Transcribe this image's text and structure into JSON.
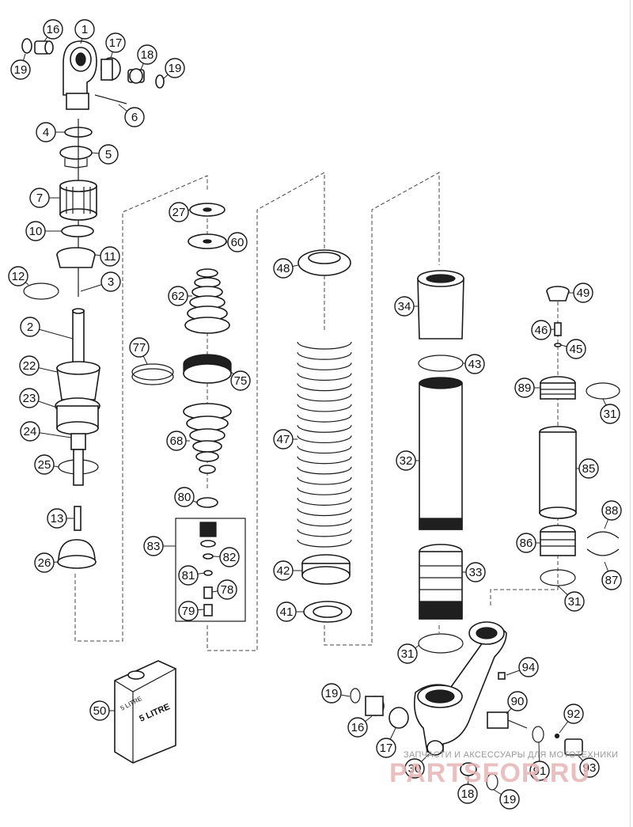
{
  "callouts": [
    "1",
    "2",
    "3",
    "4",
    "5",
    "6",
    "7",
    "10",
    "11",
    "12",
    "13",
    "16",
    "17",
    "18",
    "19",
    "22",
    "23",
    "24",
    "25",
    "26",
    "27",
    "30",
    "31",
    "32",
    "33",
    "34",
    "41",
    "42",
    "43",
    "45",
    "46",
    "47",
    "48",
    "49",
    "50",
    "60",
    "62",
    "68",
    "75",
    "77",
    "78",
    "79",
    "80",
    "81",
    "82",
    "83",
    "85",
    "86",
    "87",
    "88",
    "89",
    "90",
    "91",
    "92",
    "93",
    "94"
  ],
  "oil_can": {
    "label_side": "5 LITRE",
    "label_front": "5 LITRE"
  },
  "watermark": {
    "caption": "ЗАПЧАСТИ И АКСЕССУАРЫ ДЛЯ МОТОТЕХНИКИ",
    "brand": "PARTSFOR.RU"
  },
  "colors": {
    "line": "#1a1a1a",
    "watermark": "#e7b5b5",
    "background": "#ffffff"
  }
}
